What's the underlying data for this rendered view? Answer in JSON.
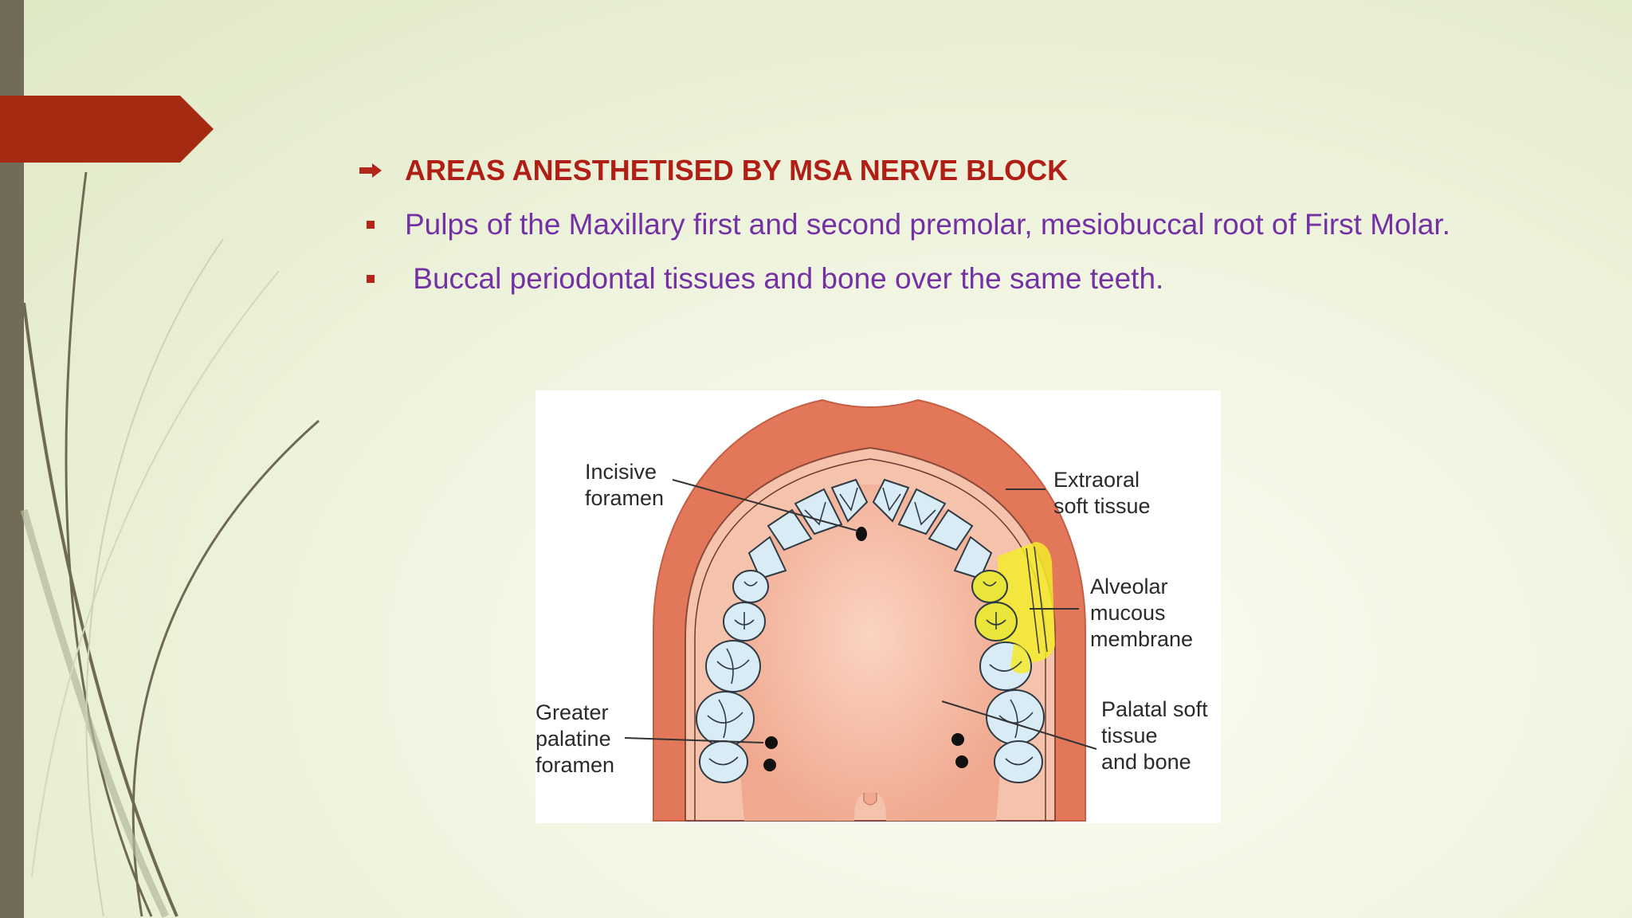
{
  "slide": {
    "bullets": [
      {
        "text": "AREAS ANESTHETISED BY MSA NERVE BLOCK",
        "marker": "arrow-right-icon",
        "style": "title"
      },
      {
        "text": "Pulps of the Maxillary first and second premolar, mesiobuccal root of First Molar.",
        "marker": "square-bullet-icon",
        "style": "body"
      },
      {
        "text": " Buccal periodontal tissues and bone over the same teeth.",
        "marker": "square-bullet-icon",
        "style": "body"
      }
    ]
  },
  "diagram": {
    "labels": {
      "incisive_foramen": [
        "Incisive",
        "foramen"
      ],
      "greater_palatine_foramen": [
        "Greater",
        "palatine",
        "foramen"
      ],
      "extraoral_soft_tissue": [
        "Extraoral",
        "soft tissue"
      ],
      "alveolar_mucous_membrane": [
        "Alveolar",
        "mucous",
        "membrane"
      ],
      "palatal_soft_tissue": [
        "Palatal soft",
        "tissue",
        "and bone"
      ]
    }
  },
  "colors": {
    "left_bar": "#716b57",
    "accent_arrow": "#a52a12",
    "title_text": "#b01e16",
    "body_text": "#7331a4",
    "soft_tissue": "#e3775a",
    "palate": "#f3b49c",
    "tooth": "#d9ecf6",
    "highlight": "#f3eb2c"
  }
}
